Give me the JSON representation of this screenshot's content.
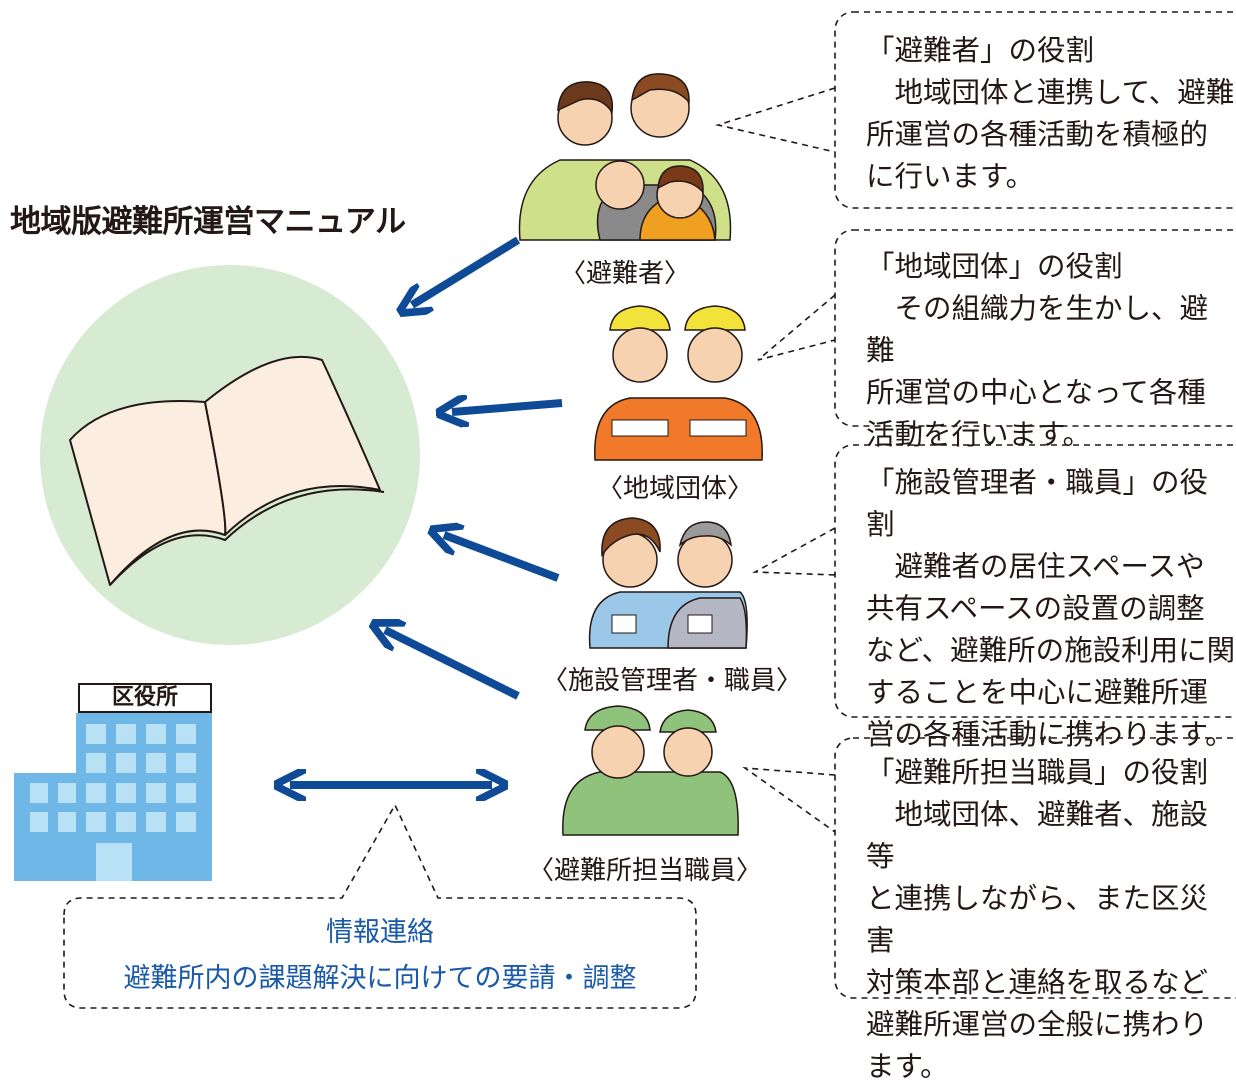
{
  "title": "地域版避難所運営マニュアル",
  "people": [
    {
      "label": "〈避難者〉"
    },
    {
      "label": "〈地域団体〉"
    },
    {
      "label": "〈施設管理者・職員〉"
    },
    {
      "label": "〈避難所担当職員〉"
    }
  ],
  "roles": [
    {
      "heading": "「避難者」の役割",
      "lines": [
        "地域団体と連携して、避難",
        "所運営の各種活動を積極的",
        "に行います。"
      ]
    },
    {
      "heading": "「地域団体」の役割",
      "lines": [
        "その組織力を生かし、避難",
        "所運営の中心となって各種",
        "活動を行います。"
      ]
    },
    {
      "heading": "「施設管理者・職員」の役割",
      "lines": [
        "避難者の居住スペースや",
        "共有スペースの設置の調整",
        "など、避難所の施設利用に関",
        "することを中心に避難所運",
        "営の各種活動に携わります。"
      ]
    },
    {
      "heading": "「避難所担当職員」の役割",
      "lines": [
        "地域団体、避難者、施設等",
        "と連携しながら、また区災害",
        "対策本部と連絡を取るなど",
        "避難所運営の全般に携わり",
        "ます。"
      ]
    }
  ],
  "ward_office": {
    "label": "区役所"
  },
  "info": {
    "line1": "情報連絡",
    "line2": "避難所内の課題解決に向けての要請・調整"
  },
  "colors": {
    "arrow": "#0f4a96",
    "circle": "#d6ebd2",
    "building": "#6fb7e6",
    "window": "#b9e1f6",
    "info_text": "#1a5aa8",
    "book": "#fbeee0"
  }
}
